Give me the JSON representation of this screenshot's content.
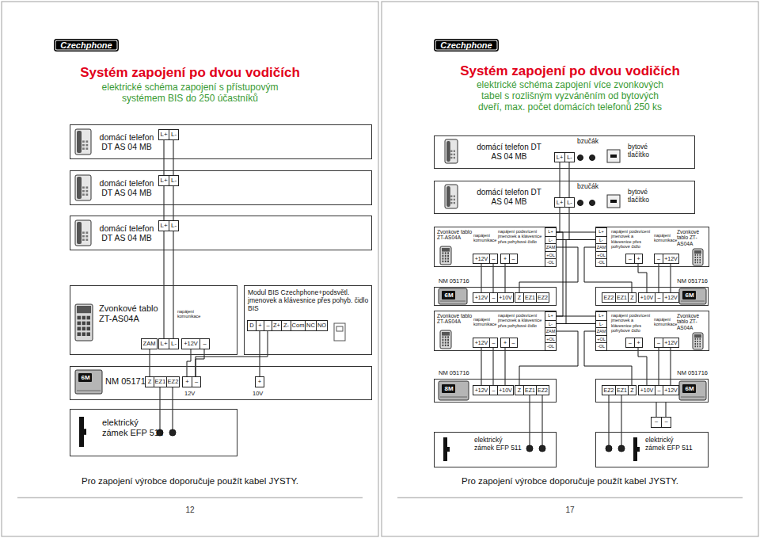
{
  "diagram": {
    "title": "Systém zapojení po dvou vodičích",
    "nodes": [
      {
        "text": [
          "Czechphone"
        ]
      },
      {
        "text": [
          "domácí telefon DT AS 04 MB"
        ]
      },
      {
        "text": [
          "L+",
          "L-"
        ],
        "in": 1
      },
      {
        "text": [
          "domácí telefon DT AS 04 MB"
        ]
      },
      {
        "text": [
          "L+",
          "L-"
        ],
        "in": 3
      },
      {
        "text": [
          "domácí telefon DT AS 04 MB"
        ]
      },
      {
        "text": [
          "L+",
          "L-"
        ],
        "in": 5
      },
      {
        "text": [
          "Zvonkové tablo ZT-AS04A",
          "napájení komunikace"
        ]
      },
      {
        "text": [
          "ZAM"
        ],
        "in": 7
      },
      {
        "text": [
          "L+",
          "L-"
        ],
        "in": 7
      },
      {
        "text": [
          "+12V",
          "–"
        ],
        "in": 7
      },
      {
        "text": [
          "Modul BIS Czechphone+podsvětl. jmenovek a klávesnice přes pohyb. čidlo BIS"
        ]
      },
      {
        "text": [
          "D",
          "+",
          "–",
          "Z+",
          "Z-",
          "Com",
          "NC",
          "NO"
        ],
        "in": 11
      },
      {
        "text": [
          "NM 051716",
          "12V",
          "10V"
        ]
      },
      {
        "text": [
          "Z",
          "EZ1",
          "EZ2"
        ],
        "in": 13
      },
      {
        "text": [
          "+",
          "–"
        ],
        "in": 13
      },
      {
        "text": [
          "+"
        ],
        "in": 13
      },
      {
        "text": [
          "elektrický zámek EFP 511"
        ]
      },
      {
        "text": [
          "Czechphone"
        ]
      },
      {
        "text": [
          "domácí telefon DT AS 04 MB",
          "bzučák",
          "bytové tlačítko"
        ]
      },
      {
        "text": [
          "L+",
          "L-"
        ],
        "in": 19
      },
      {
        "text": [
          "domácí telefon DT AS 04 MB",
          "bzučák",
          "bytové tlačítko"
        ]
      },
      {
        "text": [
          "L+",
          "L-"
        ],
        "in": 21
      },
      {
        "text": [
          "Zvonkové tablo ZT-AS04A",
          "napájení komunikace",
          "napájení podsvícení jmenovek a klávesnice přes pohybové čidlo"
        ]
      },
      {
        "text": [
          "+12V",
          "–"
        ],
        "in": 23
      },
      {
        "text": [
          "+",
          "–"
        ],
        "in": 23
      },
      {
        "text": [
          "L+",
          "L-",
          "ZAM",
          "+OL",
          "-OL"
        ],
        "in": 23
      },
      {
        "text": [
          "napájení podsvícení jmenovek a klávesnice přes pohybové čidlo",
          "napájení komunikace",
          "Zvonkové tablo ZT-AS04A"
        ]
      },
      {
        "text": [
          "L+",
          "L-",
          "ZAM",
          "+OL",
          "-OL"
        ],
        "in": 27
      },
      {
        "text": [
          "–",
          "+"
        ],
        "in": 27
      },
      {
        "text": [
          "–",
          "+12V"
        ],
        "in": 27
      },
      {
        "text": [
          "NM 051716"
        ]
      },
      {
        "text": [
          "+12V",
          "–",
          "+10V"
        ],
        "in": 31
      },
      {
        "text": [
          "Z",
          "EZ1",
          "EZ2"
        ],
        "in": 31
      },
      {
        "text": [
          "NM 051716"
        ]
      },
      {
        "text": [
          "EZ2",
          "EZ1",
          "Z"
        ],
        "in": 34
      },
      {
        "text": [
          "+10V",
          "–",
          "+12V"
        ],
        "in": 34
      },
      {
        "text": [
          "Zvonkové tablo ZT-AS04A",
          "napájení komunikace",
          "napájení podsvícení jmenovek a klávesnice přes pohybové čidlo"
        ]
      },
      {
        "text": [
          "+12V",
          "–"
        ],
        "in": 37
      },
      {
        "text": [
          "+",
          "–"
        ],
        "in": 37
      },
      {
        "text": [
          "L+",
          "L-",
          "ZAM",
          "+OL",
          "-OL"
        ],
        "in": 37
      },
      {
        "text": [
          "napájení podsvícení jmenovek a klávesnice přes pohybové čidlo",
          "napájení komunikace",
          "Zvonkové tablo ZT-AS04A"
        ]
      },
      {
        "text": [
          "L+",
          "L-",
          "ZAM",
          "+OL",
          "-OL"
        ],
        "in": 41
      },
      {
        "text": [
          "–",
          "+"
        ],
        "in": 41
      },
      {
        "text": [
          "–",
          "+12V"
        ],
        "in": 41
      },
      {
        "text": [
          "NM 051716"
        ]
      },
      {
        "text": [
          "+12V",
          "–",
          "+10V"
        ],
        "in": 45
      },
      {
        "text": [
          "Z",
          "EZ1",
          "EZ2"
        ],
        "in": 45
      },
      {
        "text": [
          "NM 051716"
        ]
      },
      {
        "text": [
          "EZ2",
          "EZ1",
          "Z"
        ],
        "in": 48
      },
      {
        "text": [
          "+10V",
          "–",
          "+12V"
        ],
        "in": 48
      },
      {
        "text": [
          "~",
          "~"
        ]
      },
      {
        "text": [
          "elektrický zámek EFP 511"
        ]
      },
      {
        "text": [
          "elektrický zámek EFP 511"
        ]
      }
    ],
    "edges": [
      {
        "from": 2,
        "to": 4,
        "arrow": "none"
      },
      {
        "from": 4,
        "to": 6,
        "arrow": "none"
      },
      {
        "from": 6,
        "to": 9,
        "arrow": "none"
      },
      {
        "from": 8,
        "to": 14,
        "arrow": "none"
      },
      {
        "from": 10,
        "to": 15,
        "arrow": "none"
      },
      {
        "from": 12,
        "to": 16,
        "arrow": "none"
      },
      {
        "from": 12,
        "to": 15,
        "arrow": "none"
      },
      {
        "from": 14,
        "to": 17,
        "arrow": "none"
      },
      {
        "from": 20,
        "to": 22,
        "arrow": "none"
      },
      {
        "from": 22,
        "to": 26,
        "arrow": "none"
      },
      {
        "from": 26,
        "to": 28,
        "arrow": "none"
      },
      {
        "from": 26,
        "to": 40,
        "arrow": "none"
      },
      {
        "from": 40,
        "to": 42,
        "arrow": "none"
      },
      {
        "from": 26,
        "to": 33,
        "arrow": "none"
      },
      {
        "from": 24,
        "to": 32,
        "arrow": "none"
      },
      {
        "from": 25,
        "to": 32,
        "arrow": "none"
      },
      {
        "from": 28,
        "to": 35,
        "arrow": "none"
      },
      {
        "from": 29,
        "to": 36,
        "arrow": "none"
      },
      {
        "from": 30,
        "to": 36,
        "arrow": "none"
      },
      {
        "from": 40,
        "to": 47,
        "arrow": "none"
      },
      {
        "from": 38,
        "to": 46,
        "arrow": "none"
      },
      {
        "from": 39,
        "to": 46,
        "arrow": "none"
      },
      {
        "from": 47,
        "to": 52,
        "arrow": "none"
      },
      {
        "from": 42,
        "to": 49,
        "arrow": "none"
      },
      {
        "from": 43,
        "to": 50,
        "arrow": "none"
      },
      {
        "from": 44,
        "to": 50,
        "arrow": "none"
      },
      {
        "from": 49,
        "to": 53,
        "arrow": "none"
      },
      {
        "from": 48,
        "to": 51,
        "arrow": "none"
      }
    ],
    "labels": [
      "elektrické schéma zapojení s přístupovým systémem BIS do 250 účastníků",
      "6M",
      "Pro zapojení výrobce doporučuje použít kabel JYSTY.",
      "12",
      "Systém zapojení po dvou vodičích",
      "elektrické schéma zapojení více zvonkových tabel s rozlišným vyzváněním od bytových dveří, max. počet domácích telefonů 250 ks",
      "6M",
      "6M",
      "8M",
      "6M",
      "Pro zapojení výrobce doporučuje použít kabel JYSTY.",
      "17"
    ]
  }
}
